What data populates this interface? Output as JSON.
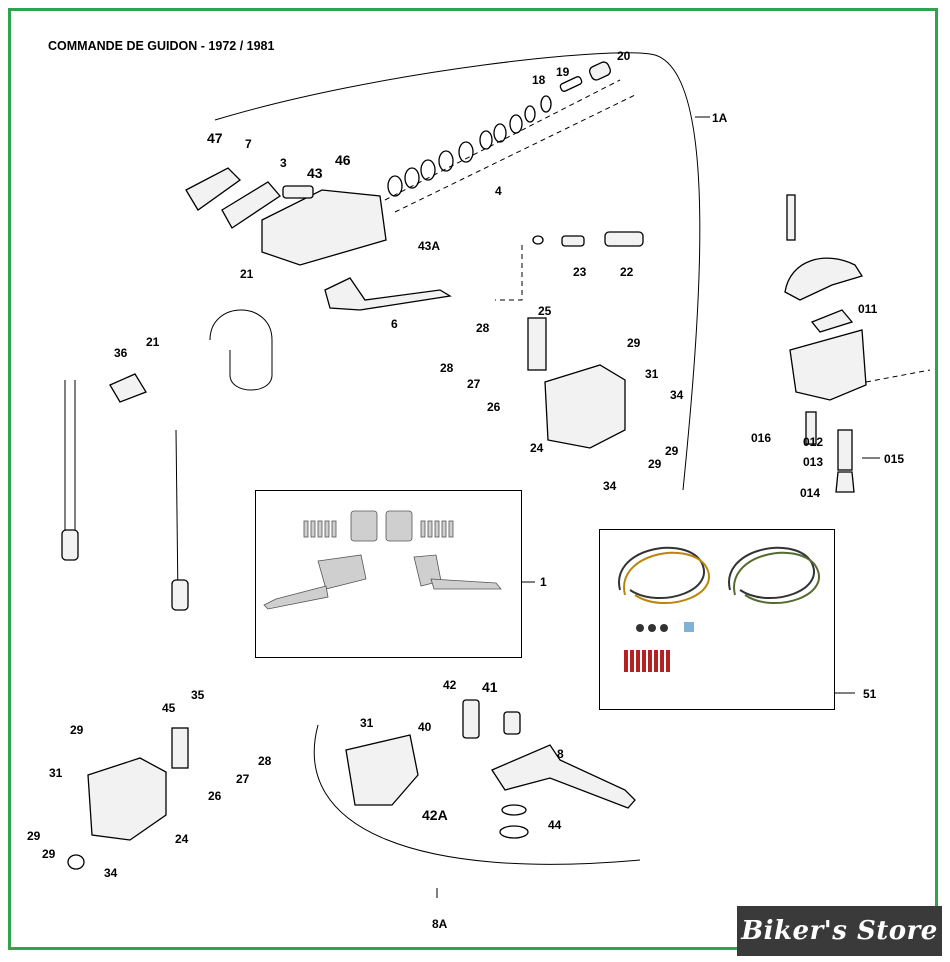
{
  "title": "COMMANDE DE GUIDON - 1972 / 1981",
  "watermark": "Biker's Store",
  "colors": {
    "frame": "#2ea44f",
    "watermark_bg": "#3a3a3a"
  },
  "labels": {
    "l47": "47",
    "l7": "7",
    "l3": "3",
    "l43": "43",
    "l46": "46",
    "l4": "4",
    "l18": "18",
    "l19": "19",
    "l20": "20",
    "l1A": "1A",
    "l43A": "43A",
    "l21a": "21",
    "l6": "6",
    "l23": "23",
    "l22": "22",
    "l36": "36",
    "l21b": "21",
    "l25": "25",
    "l28a": "28",
    "l29a": "29",
    "l28b": "28",
    "l27a": "27",
    "l26a": "26",
    "l31a": "31",
    "l34a": "34",
    "l24a": "24",
    "l29b": "29",
    "l29c": "29",
    "l34b": "34",
    "l011": "011",
    "l016": "016",
    "l012": "012",
    "l013": "013",
    "l015": "015",
    "l014": "014",
    "l1": "1",
    "l51": "51",
    "l42": "42",
    "l41": "41",
    "l31b": "31",
    "l40": "40",
    "l8": "8",
    "l42A": "42A",
    "l44": "44",
    "l8A": "8A",
    "l45": "45",
    "l35": "35",
    "l29d": "29",
    "l28c": "28",
    "l27b": "27",
    "l26b": "26",
    "l31c": "31",
    "l24b": "24",
    "l29e": "29",
    "l29f": "29",
    "l34c": "34"
  }
}
